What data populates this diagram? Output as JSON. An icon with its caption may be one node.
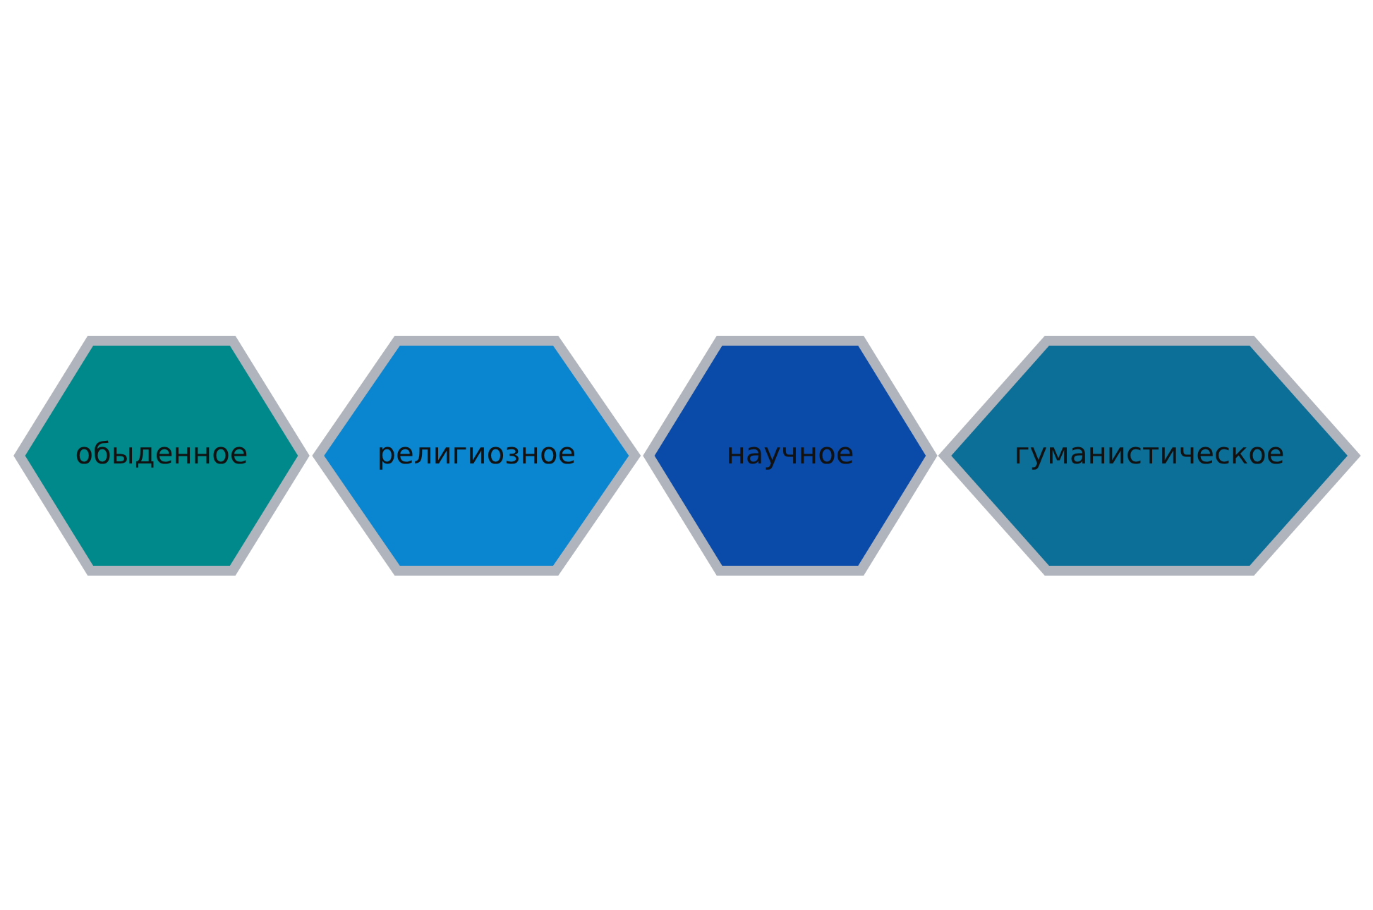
{
  "diagram": {
    "nodes": [
      {
        "text": [
          "религиозное"
        ]
      },
      {
        "text": [
          "обыденное"
        ]
      },
      {
        "text": [
          "гуманистическое"
        ]
      },
      {
        "text": [
          "научное"
        ]
      }
    ],
    "edges": []
  }
}
